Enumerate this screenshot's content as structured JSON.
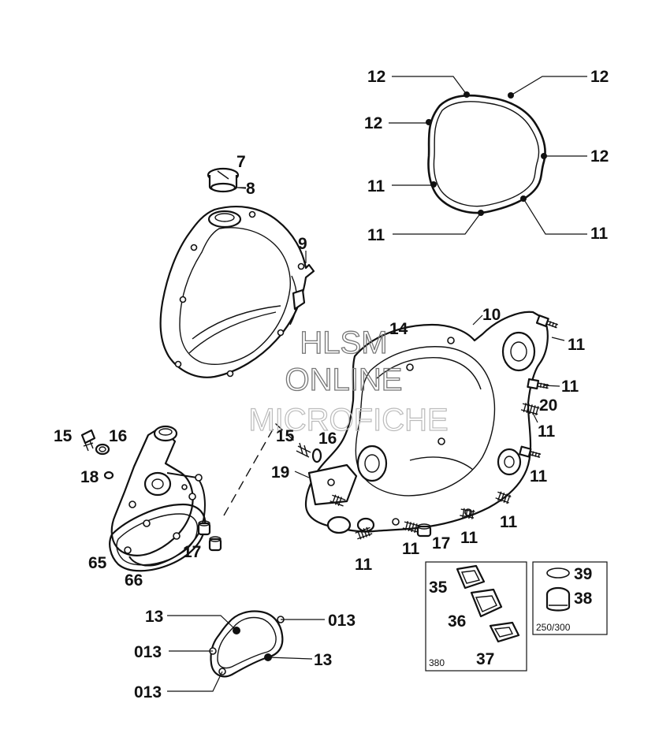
{
  "watermark": {
    "line1": "HLSM",
    "line2": "ONLINE",
    "line3": "MICROFICHE"
  },
  "callouts": {
    "c7": "7",
    "c8": "8",
    "c9": "9",
    "c10": "10",
    "c14": "14",
    "gasket_12a": "12",
    "gasket_12b": "12",
    "gasket_12c": "12",
    "gasket_12d": "12",
    "gasket_11a": "11",
    "gasket_11b": "11",
    "gasket_11c": "11",
    "bolt_11a": "11",
    "bolt_11b": "11",
    "bolt_11c": "11",
    "bolt_11d": "11",
    "bolt_11e": "11",
    "bolt_11f": "11",
    "bolt_11g": "11",
    "bolt_11h": "11",
    "c20": "20",
    "c15a": "15",
    "c16a": "16",
    "c15b": "15",
    "c16b": "16",
    "c18": "18",
    "c19": "19",
    "c17a": "17",
    "c17b": "17",
    "c65": "65",
    "c66": "66",
    "c13a": "13",
    "c13b": "13",
    "c013a": "013",
    "c013b": "013",
    "c013c": "013",
    "c35": "35",
    "c36": "36",
    "c37": "37",
    "c39": "39",
    "c38": "38"
  },
  "inset_boxes": {
    "left_caption": "380",
    "right_caption": "250/300"
  }
}
